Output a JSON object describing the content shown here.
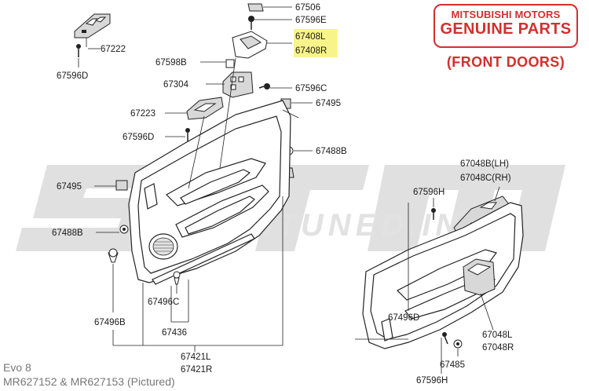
{
  "watermark": {
    "big_text": "STM",
    "sub_text": "STMTUNED.INC.",
    "color": "#cfcfcf"
  },
  "badge": {
    "line1": "MITSUBISHI MOTORS",
    "line2": "GENUINE PARTS",
    "color": "#d32f2f"
  },
  "section_label": "(FRONT DOORS)",
  "model_note": {
    "line1": "Evo 8",
    "line2": "MR627152 & MR627153 (Pictured)"
  },
  "highlight_color": "#f9f48a",
  "part_labels": {
    "p67506": "67506",
    "p67596E": "67596E",
    "p67408L": "67408L",
    "p67408R": "67408R",
    "p67222": "67222",
    "p67596D_top": "67596D",
    "p67598B": "67598B",
    "p67304": "67304",
    "p67596C": "67596C",
    "p67495_top": "67495",
    "p67223": "67223",
    "p67596D_mid": "67596D",
    "p67488B_right": "67488B",
    "p67495_left": "67495",
    "p67488B_left": "67488B",
    "p67496C": "67496C",
    "p67496B": "67496B",
    "p67436": "67436",
    "p67421L": "67421L",
    "p67421R": "67421R",
    "p67048B": "67048B(LH)",
    "p67048C": "67048C(RH)",
    "p67596H_top": "67596H",
    "p67496D": "67496D",
    "p67048L": "67048L",
    "p67048R": "67048R",
    "p67485": "67485",
    "p67596H_bot": "67596H"
  }
}
